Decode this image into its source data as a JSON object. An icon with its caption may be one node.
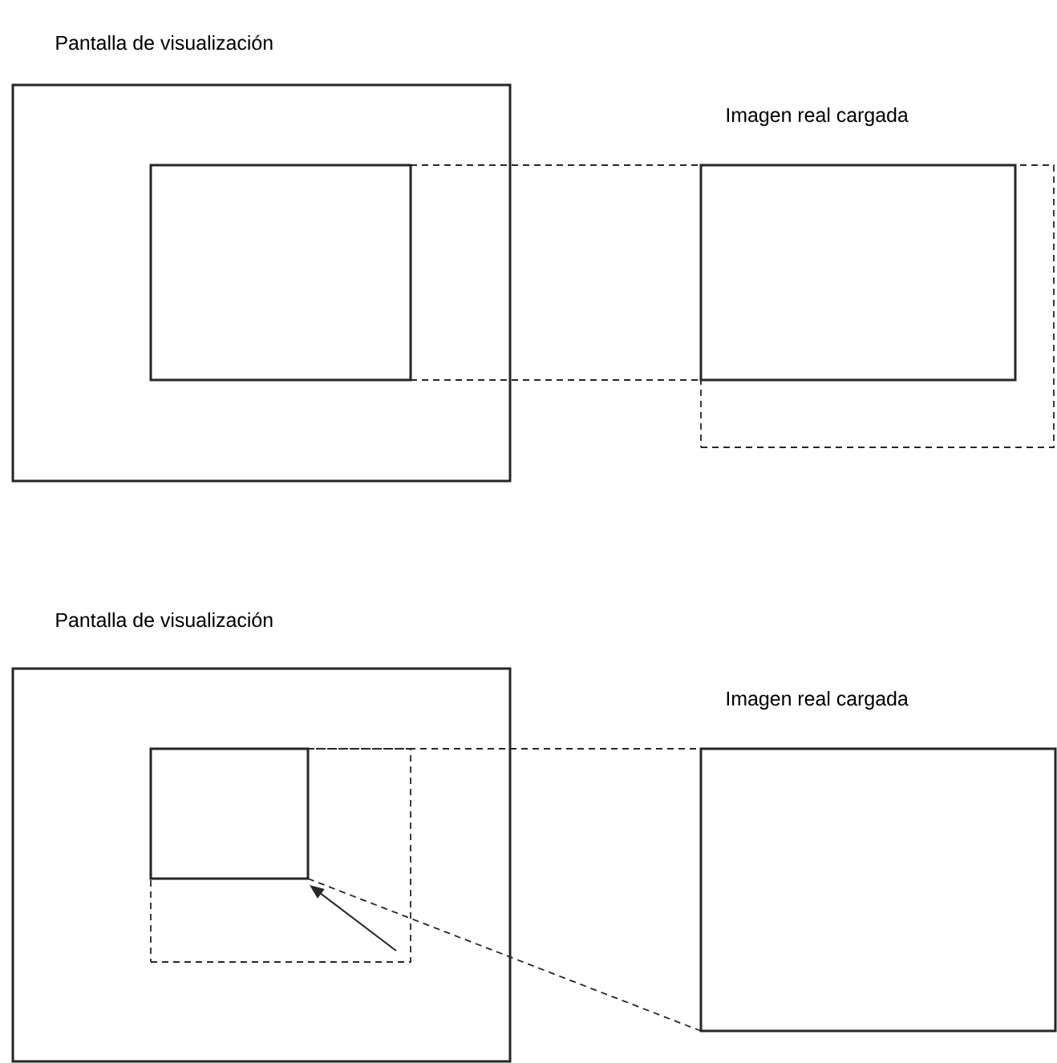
{
  "diagram": {
    "nodes": [
      {
        "text": [
          "Pantalla de visualización"
        ]
      },
      {
        "text": [],
        "shape": "box",
        "in": 0
      },
      {
        "text": [],
        "shape": "box"
      },
      {
        "text": [
          "Imagen real cargada"
        ],
        "in": 2
      },
      {
        "text": [
          "Pantalla de visualización"
        ]
      },
      {
        "text": [],
        "shape": "box",
        "in": 4
      },
      {
        "text": [],
        "shape": "box",
        "in": 5
      },
      {
        "text": [
          "Imagen real cargada"
        ]
      }
    ],
    "edges": [
      {
        "from": 1,
        "to": 3,
        "arrow": "none",
        "style": "dashed"
      },
      {
        "from": 1,
        "to": 3,
        "arrow": "none",
        "style": "dashed"
      },
      {
        "from": 6,
        "to": 7,
        "arrow": "none",
        "style": "dashed"
      },
      {
        "from": 6,
        "to": 7,
        "arrow": "none",
        "style": "dashed"
      },
      {
        "from": null,
        "to": 6,
        "arrow": "to"
      }
    ]
  }
}
